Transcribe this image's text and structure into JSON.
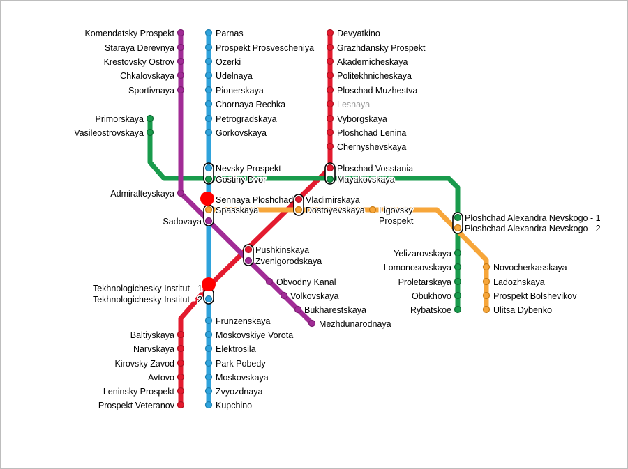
{
  "colors": {
    "red": "#E31B2F",
    "blue": "#2FA3DC",
    "green": "#199B4C",
    "orange": "#F7A63A",
    "purple": "#A12C96",
    "muted_text": "#9E9E9E"
  },
  "lines": [
    {
      "id": "red",
      "color": "#E31B2F",
      "stations": [
        "Devyatkino",
        "Grazhdansky Prospekt",
        "Akademicheskaya",
        "Politekhnicheskaya",
        "Ploschad Muzhestva",
        "Lesnaya",
        "Vyborgskaya",
        "Ploshchad Lenina",
        "Chernyshevskaya",
        "Ploschad Vosstania",
        "Vladimirskaya",
        "Pushkinskaya",
        "Tekhnologichesky Institut - 1",
        "Baltiyskaya",
        "Narvskaya",
        "Kirovsky Zavod",
        "Avtovo",
        "Leninsky Prospekt",
        "Prospekt Veteranov"
      ]
    },
    {
      "id": "blue",
      "color": "#2FA3DC",
      "stations": [
        "Parnas",
        "Prospekt Prosvescheniya",
        "Ozerki",
        "Udelnaya",
        "Pionerskaya",
        "Chornaya Rechka",
        "Petrogradskaya",
        "Gorkovskaya",
        "Nevsky Prospekt",
        "Sennaya Ploshchad",
        "Tekhnologichesky Institut - 2",
        "Frunzenskaya",
        "Moskovskiye Vorota",
        "Elektrosila",
        "Park Pobedy",
        "Moskovskaya",
        "Zvyozdnaya",
        "Kupchino"
      ]
    },
    {
      "id": "green",
      "color": "#199B4C",
      "stations": [
        "Primorskaya",
        "Vasileostrovskaya",
        "Gostiny Dvor",
        "Mayakovskaya",
        "Ploshchad Alexandra Nevskogo - 1",
        "Yelizarovskaya",
        "Lomonosovskaya",
        "Proletarskaya",
        "Obukhovo",
        "Rybatskoe"
      ]
    },
    {
      "id": "orange",
      "color": "#F7A63A",
      "stations": [
        "Spasskaya",
        "Dostoyevskaya",
        "Ligovsky Prospekt",
        "Ploshchad Alexandra Nevskogo - 2",
        "Novocherkasskaya",
        "Ladozhskaya",
        "Prospekt Bolshevikov",
        "Ulitsa Dybenko"
      ]
    },
    {
      "id": "purple",
      "color": "#A12C96",
      "stations": [
        "Komendatsky Prospekt",
        "Staraya Derevnya",
        "Krestovsky Ostrov",
        "Chkalovskaya",
        "Sportivnaya",
        "Admiralteyskaya",
        "Sadovaya",
        "Zvenigorodskaya",
        "Obvodny Kanal",
        "Volkovskaya",
        "Bukharestskaya",
        "Mezhdunarodnaya"
      ]
    }
  ],
  "labels": {
    "komendatsky": "Komendatsky Prospekt",
    "staraya": "Staraya Derevnya",
    "krestovsky": "Krestovsky Ostrov",
    "chkalovskaya": "Chkalovskaya",
    "sportivnaya": "Sportivnaya",
    "primorskaya": "Primorskaya",
    "vasileostrovskaya": "Vasileostrovskaya",
    "admiralteyskaya": "Admiralteyskaya",
    "sadovaya": "Sadovaya",
    "tekh1": "Tekhnologichesky Institut - 1",
    "tekh2": "Tekhnologichesky Institut - 2",
    "baltiyskaya": "Baltiyskaya",
    "narvskaya": "Narvskaya",
    "kirovsky": "Kirovsky Zavod",
    "avtovo": "Avtovo",
    "leninsky": "Leninsky Prospekt",
    "veteranov": "Prospekt Veteranov",
    "parnas": "Parnas",
    "prosvescheniya": "Prospekt Prosvescheniya",
    "ozerki": "Ozerki",
    "udelnaya": "Udelnaya",
    "pionerskaya": "Pionerskaya",
    "chornaya": "Chornaya Rechka",
    "petrogradskaya": "Petrogradskaya",
    "gorkovskaya": "Gorkovskaya",
    "nevsky": "Nevsky Prospekt",
    "gostiny": "Gostiny Dvor",
    "sennaya": "Sennaya Ploshchad",
    "spasskaya": "Spasskaya",
    "pushkinskaya": "Pushkinskaya",
    "zvenigorodskaya": "Zvenigorodskaya",
    "obvodny": "Obvodny Kanal",
    "volkovskaya": "Volkovskaya",
    "bukharestskaya": "Bukharestskaya",
    "mezhdunarodnaya": "Mezhdunarodnaya",
    "frunzenskaya": "Frunzenskaya",
    "moskovskiye": "Moskovskiye Vorota",
    "elektrosila": "Elektrosila",
    "park_pobedy": "Park Pobedy",
    "moskovskaya": "Moskovskaya",
    "zvyozdnaya": "Zvyozdnaya",
    "kupchino": "Kupchino",
    "devyatkino": "Devyatkino",
    "grazhdansky": "Grazhdansky Prospekt",
    "akademicheskaya": "Akademicheskaya",
    "politekhnicheskaya": "Politekhnicheskaya",
    "muzhestva": "Ploschad Muzhestva",
    "lesnaya": "Lesnaya",
    "vyborgskaya": "Vyborgskaya",
    "lenina": "Ploshchad Lenina",
    "chernyshevskaya": "Chernyshevskaya",
    "vosstania": "Ploschad Vosstania",
    "mayakovskaya": "Mayakovskaya",
    "vladimirskaya": "Vladimirskaya",
    "dostoyevskaya": "Dostoyevskaya",
    "ligovsky_1": "Ligovsky",
    "ligovsky_2": "Prospekt",
    "nevskogo1": "Ploshchad Alexandra Nevskogo - 1",
    "nevskogo2": "Ploshchad Alexandra Nevskogo - 2",
    "yelizarovskaya": "Yelizarovskaya",
    "lomonosovskaya": "Lomonosovskaya",
    "proletarskaya": "Proletarskaya",
    "obukhovo": "Obukhovo",
    "rybatskoe": "Rybatskoe",
    "novocherkasskaya": "Novocherkasskaya",
    "ladozhskaya": "Ladozhskaya",
    "bolshevikov": "Prospekt Bolshevikov",
    "dybenko": "Ulitsa Dybenko"
  }
}
